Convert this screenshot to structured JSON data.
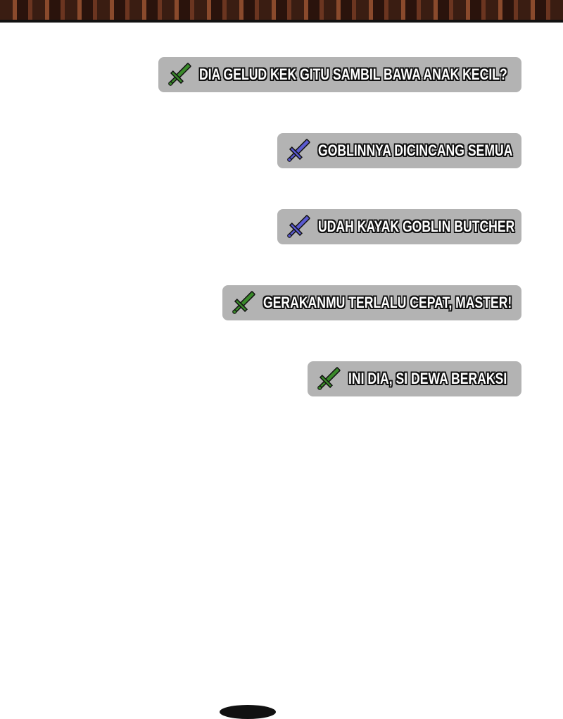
{
  "comments": [
    {
      "text": "DIA GELUD KEK GITU SAMBIL BAWA ANAK KECIL?",
      "icon": "dagger-icon",
      "icon_color": "#3a8a2a"
    },
    {
      "text": "GOBLINNYA DICINCANG SEMUA",
      "icon": "dagger-icon",
      "icon_color": "#5a5ad0"
    },
    {
      "text": "UDAH KAYAK GOBLIN BUTCHER",
      "icon": "dagger-icon",
      "icon_color": "#5a5ad0"
    },
    {
      "text": "GERAKANMU TERLALU CEPAT, MASTER!",
      "icon": "dagger-icon",
      "icon_color": "#3a8a2a"
    },
    {
      "text": "INI DIA, SI DEWA BERAKSI",
      "icon": "dagger-icon",
      "icon_color": "#3a8a2a"
    }
  ],
  "colors": {
    "bubble": "#b3b3b3",
    "text": "#ffffff",
    "outline": "#111111"
  }
}
